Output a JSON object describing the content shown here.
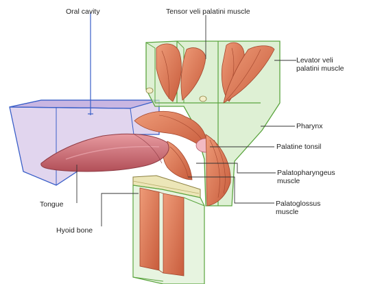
{
  "labels": {
    "oral_cavity": "Oral cavity",
    "tensor_veli_palatini": "Tensor veli palatini muscle",
    "levator_line1": "Levator veli",
    "levator_line2": "palatini muscle",
    "pharynx": "Pharynx",
    "palatine_tonsil": "Palatine tonsil",
    "palatopharyngeus_line1": "Palatopharyngeus",
    "palatopharyngeus_line2": "muscle",
    "palatoglossus_line1": "Palatoglossus",
    "palatoglossus_line2": "muscle",
    "tongue": "Tongue",
    "hyoid_bone": "Hyoid bone"
  },
  "colors": {
    "oral_cavity_fill": "#c9b3e0",
    "pharynx_fill": "#d3ebc6",
    "muscle": "#d7744f",
    "tongue": "#c8626a",
    "hyoid": "#ece6b8",
    "outline_blue": "#3a5fc8",
    "outline_green": "#5aa43e"
  }
}
